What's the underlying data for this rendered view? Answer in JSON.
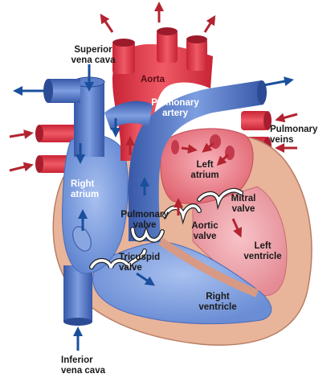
{
  "diagram": {
    "labels": {
      "superior_vena_cava": "Superior\nvena cava",
      "aorta": "Aorta",
      "pulmonary_artery": "Pulmonary\nartery",
      "pulmonary_veins": "Pulmonary\nveins",
      "left_atrium": "Left\natrium",
      "right_atrium": "Right\natrium",
      "mitral_valve": "Mitral\nvalve",
      "pulmonary_valve": "Pulmonary\nvalve",
      "aortic_valve": "Aortic\nvalve",
      "left_ventricle": "Left\nventricle",
      "tricuspid_valve": "Tricuspid\nvalve",
      "right_ventricle": "Right\nventricle",
      "inferior_vena_cava": "Inferior\nvena cava"
    },
    "colors": {
      "oxygenated": "#e23a4a",
      "deoxygenated": "#4a72c4",
      "muscle": "#e8b49a",
      "blue_arrow": "#1a4f9c",
      "red_arrow": "#b32430"
    }
  }
}
